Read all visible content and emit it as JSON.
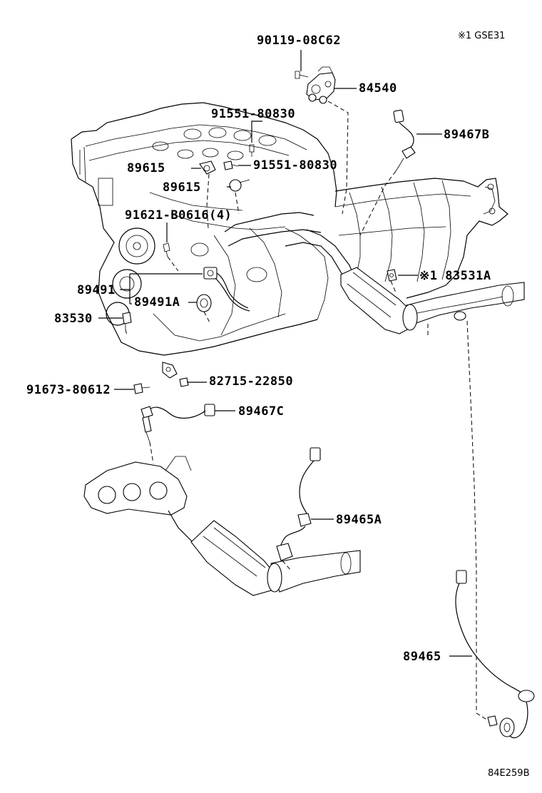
{
  "header": {
    "note": "※1 GSE31"
  },
  "footer": {
    "diagram_code": "84E259B"
  },
  "labels": {
    "p90119": "90119-08C62",
    "p84540": "84540",
    "p89467B": "89467B",
    "p91551a": "91551-80830",
    "p91551b": "91551-80830",
    "p89615a": "89615",
    "p89615b": "89615",
    "p91621": "91621-B0616(4)",
    "p83531A": "※1 83531A",
    "p89491": "89491",
    "p89491A": "89491A",
    "p83530": "83530",
    "p91673": "91673-80612",
    "p82715": "82715-22850",
    "p89467C": "89467C",
    "p89465A": "89465A",
    "p89465": "89465"
  }
}
